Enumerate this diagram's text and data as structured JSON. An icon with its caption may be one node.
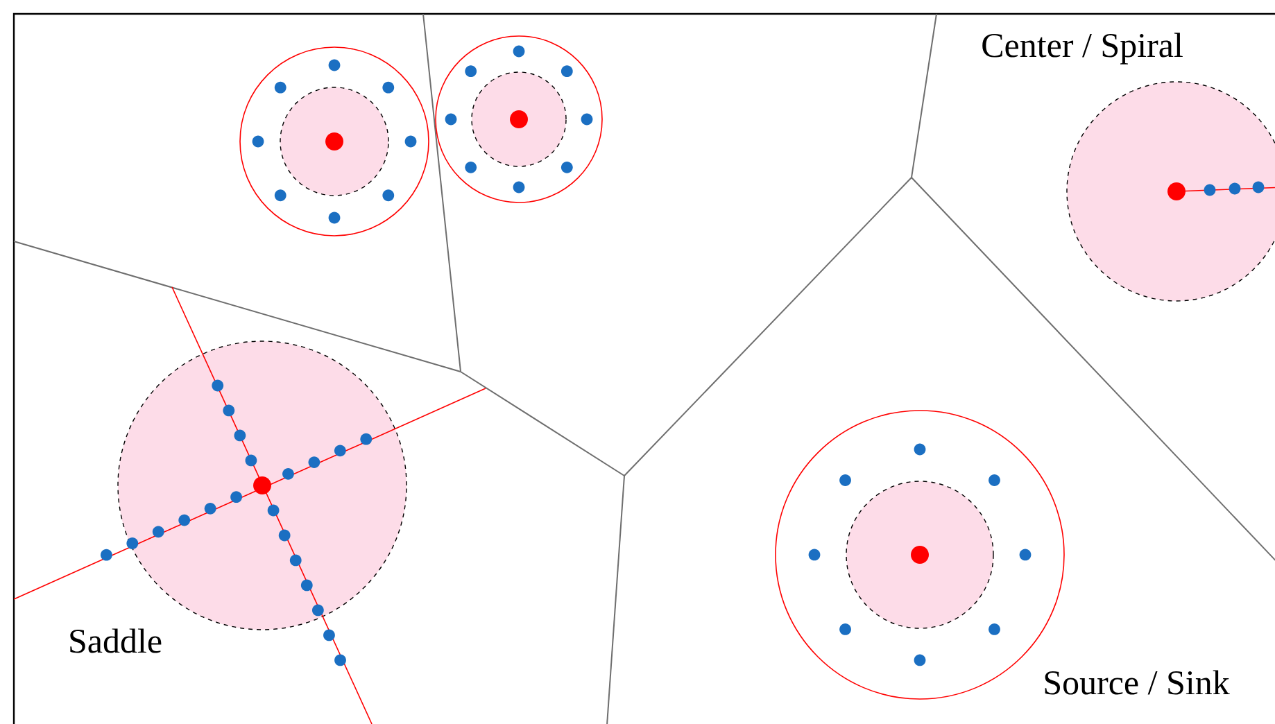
{
  "diagram": {
    "labels": [
      "Center / Spiral",
      "Saddle",
      "Source / Sink"
    ]
  }
}
